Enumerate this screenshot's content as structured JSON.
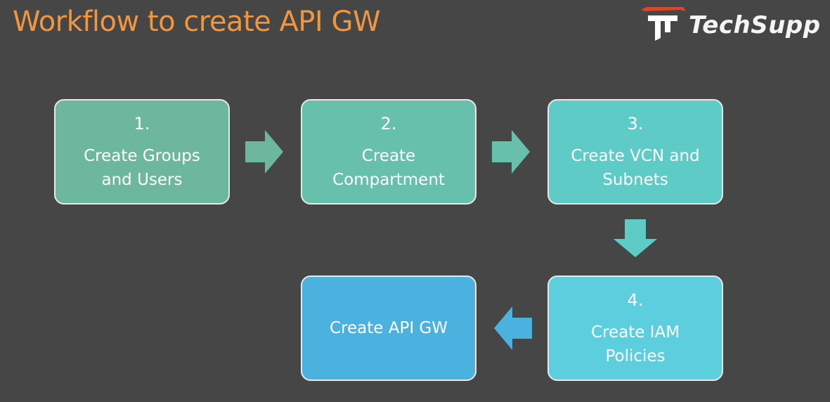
{
  "title": "Workflow to create API GW",
  "logo": {
    "text": "TechSupp",
    "mark_color": "#ffffff",
    "accent_color": "#e0452a"
  },
  "steps": [
    {
      "number": "1.",
      "label": "Create Groups and Users",
      "color": "#6cb79e"
    },
    {
      "number": "2.",
      "label": "Create Compartment",
      "color": "#66c0ab"
    },
    {
      "number": "3.",
      "label": "Create VCN and Subnets",
      "color": "#5ecbc6"
    },
    {
      "number": "4.",
      "label": "Create IAM Policies",
      "color": "#5ccedd"
    },
    {
      "number": "",
      "label": "Create API GW",
      "color": "#4bb2df"
    }
  ],
  "arrows": [
    {
      "from": "1.",
      "to": "2.",
      "direction": "right",
      "color": "#6cb79e"
    },
    {
      "from": "2.",
      "to": "3.",
      "direction": "right",
      "color": "#66c0ab"
    },
    {
      "from": "3.",
      "to": "4.",
      "direction": "down",
      "color": "#5ecbc6"
    },
    {
      "from": "4.",
      "to": "Create API GW",
      "direction": "left",
      "color": "#4bb2df"
    }
  ]
}
